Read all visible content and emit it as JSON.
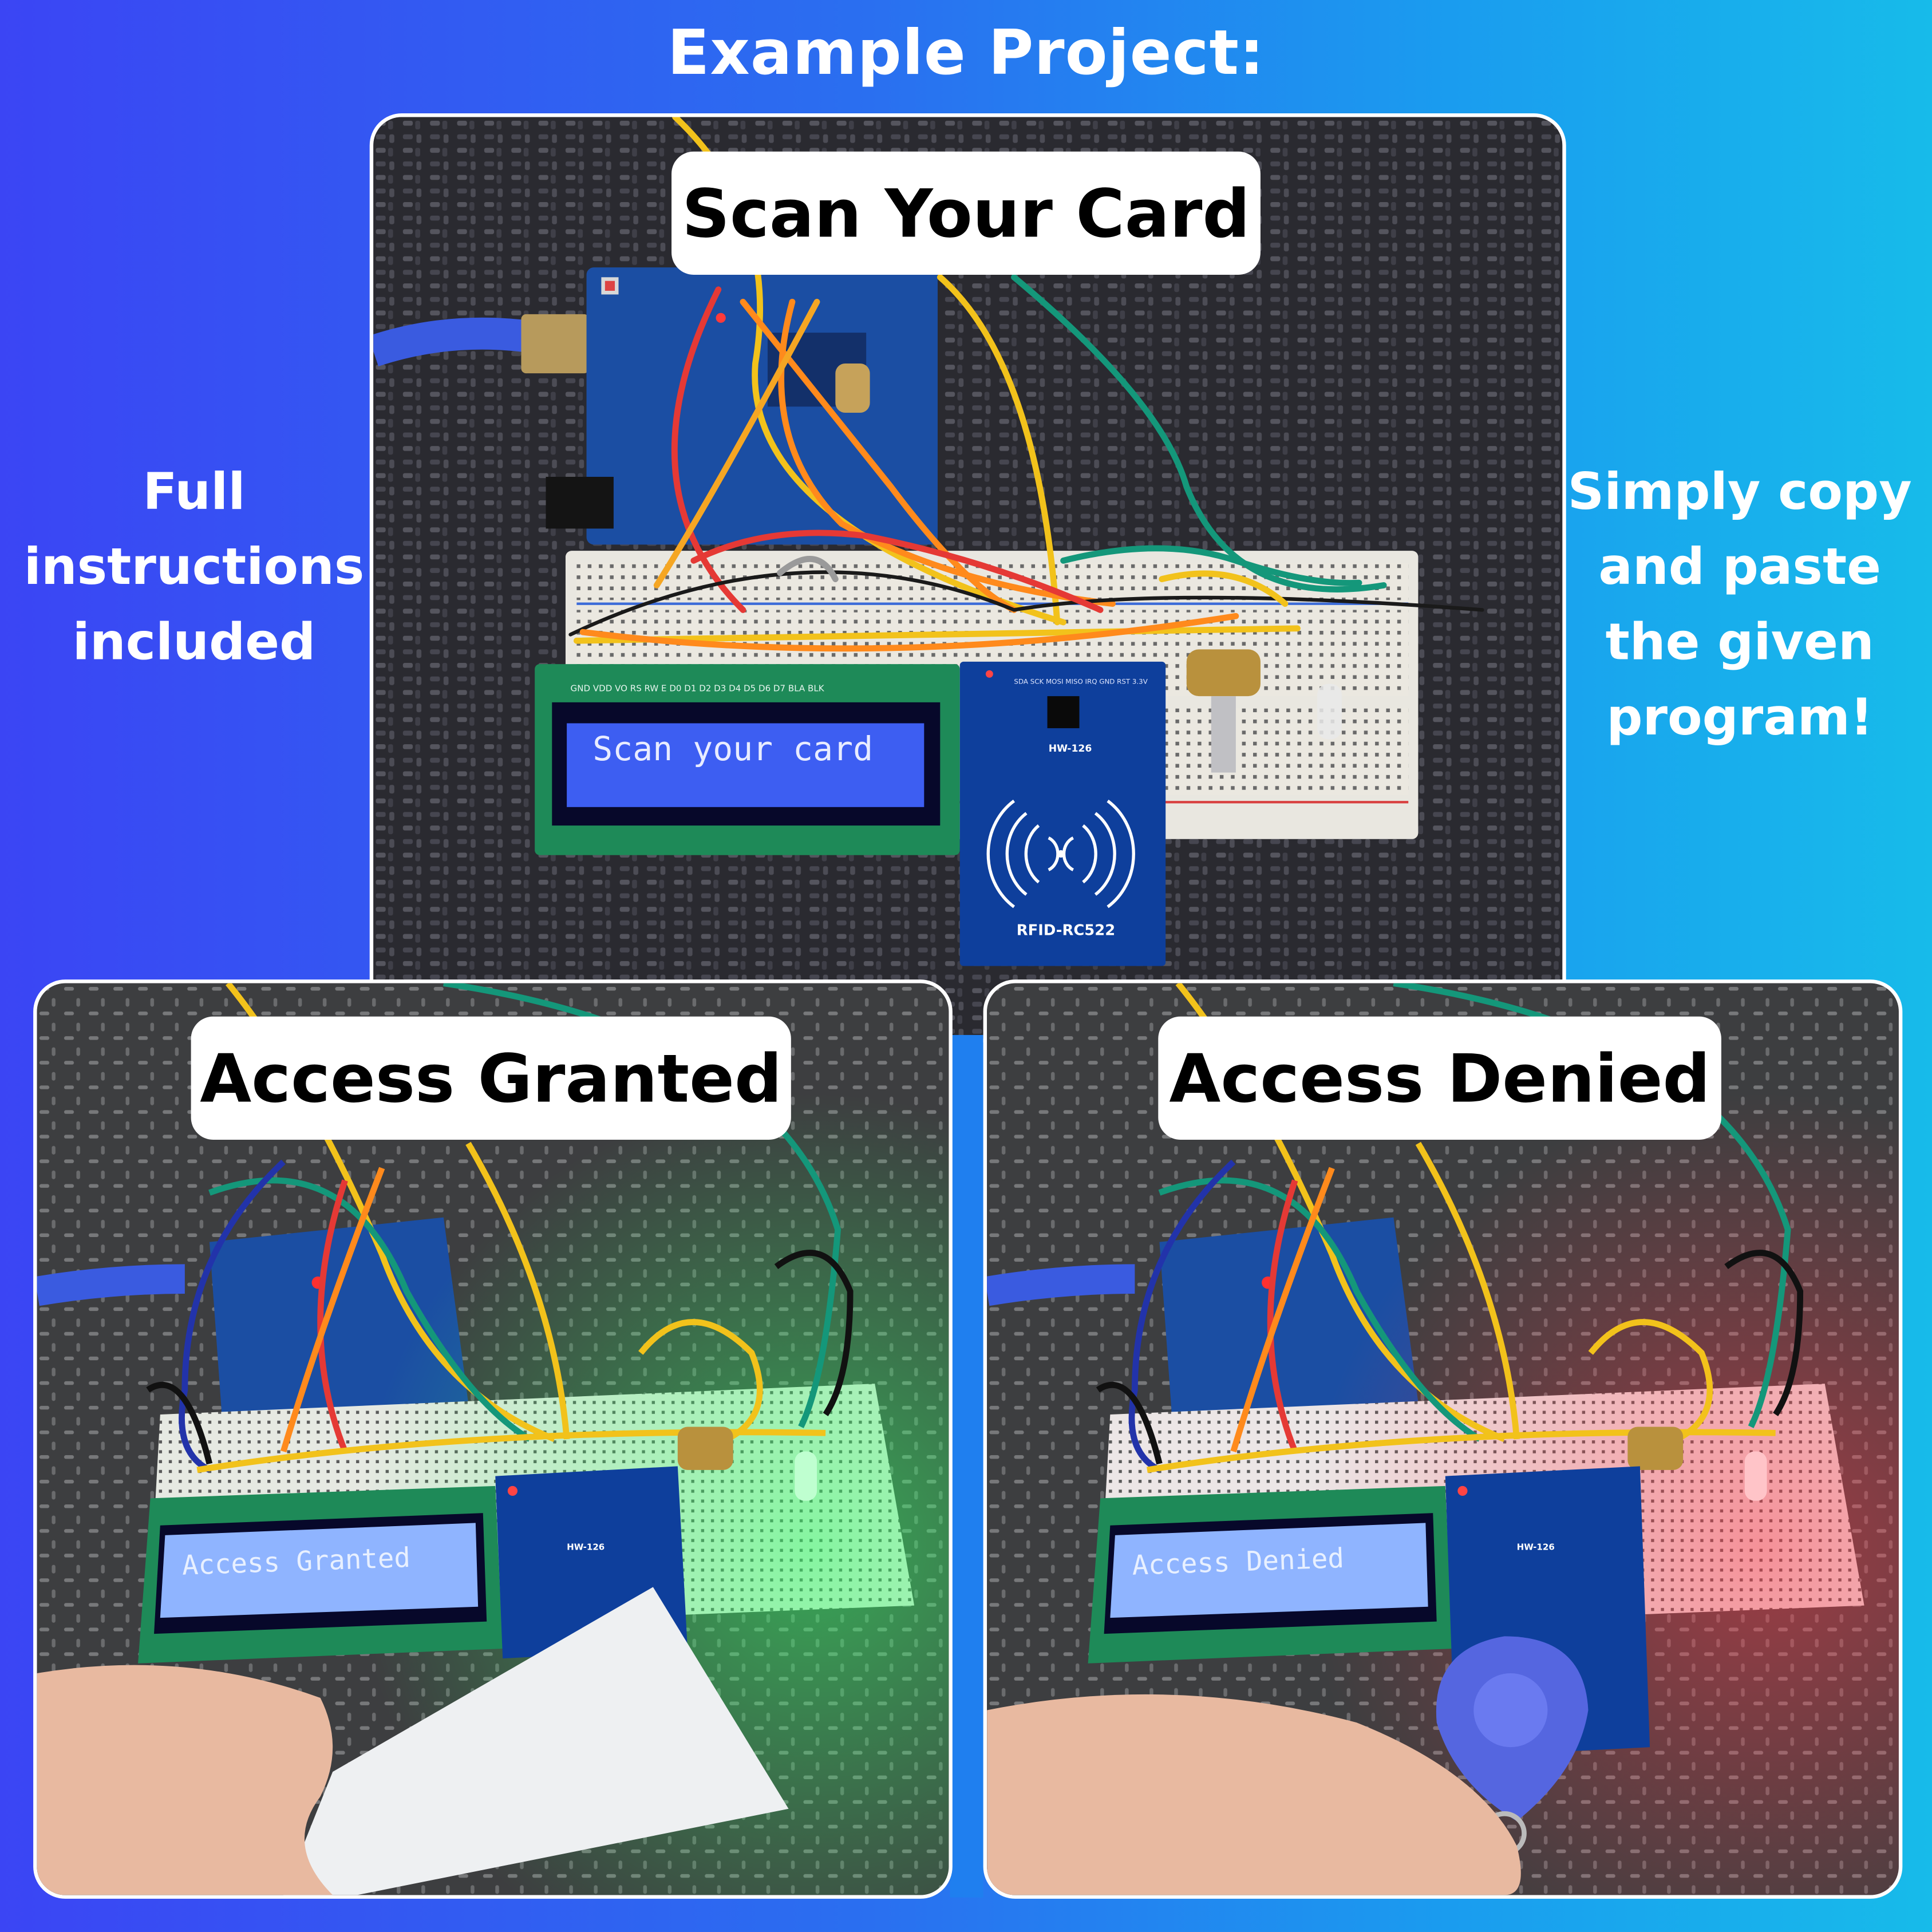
{
  "title": "Example Project:",
  "left_text": [
    "Full",
    "instructions",
    "included"
  ],
  "right_text": [
    "Simply copy",
    "and paste",
    "the given",
    "program!"
  ],
  "panels": {
    "top": {
      "label": "Scan Your Card",
      "lcd_text": "Scan your card",
      "lcd_pins": "GND VDD VO RS RW E D0 D1 D2 D3 D4 D5 D6 D7 BLA BLK",
      "rfid_model": "RFID-RC522",
      "rfid_board": "HW-126",
      "rfid_pins": "SDA SCK MOSI MISO IRQ GND RST 3.3V"
    },
    "bottom_left": {
      "label": "Access Granted",
      "lcd_text": "Access Granted",
      "rfid_board": "HW-126",
      "led_color": "#35ff6a"
    },
    "bottom_right": {
      "label": "Access Denied",
      "lcd_text": "Access Denied",
      "rfid_board": "HW-126",
      "led_color": "#ff3b4a"
    }
  },
  "colors": {
    "gradient_left": "#3b45f4",
    "gradient_right": "#17bbea",
    "lcd_screen": "#3d5ef2",
    "rfid_pcb": "#0e3f9c",
    "arduino_pcb": "#1b4ea3"
  }
}
